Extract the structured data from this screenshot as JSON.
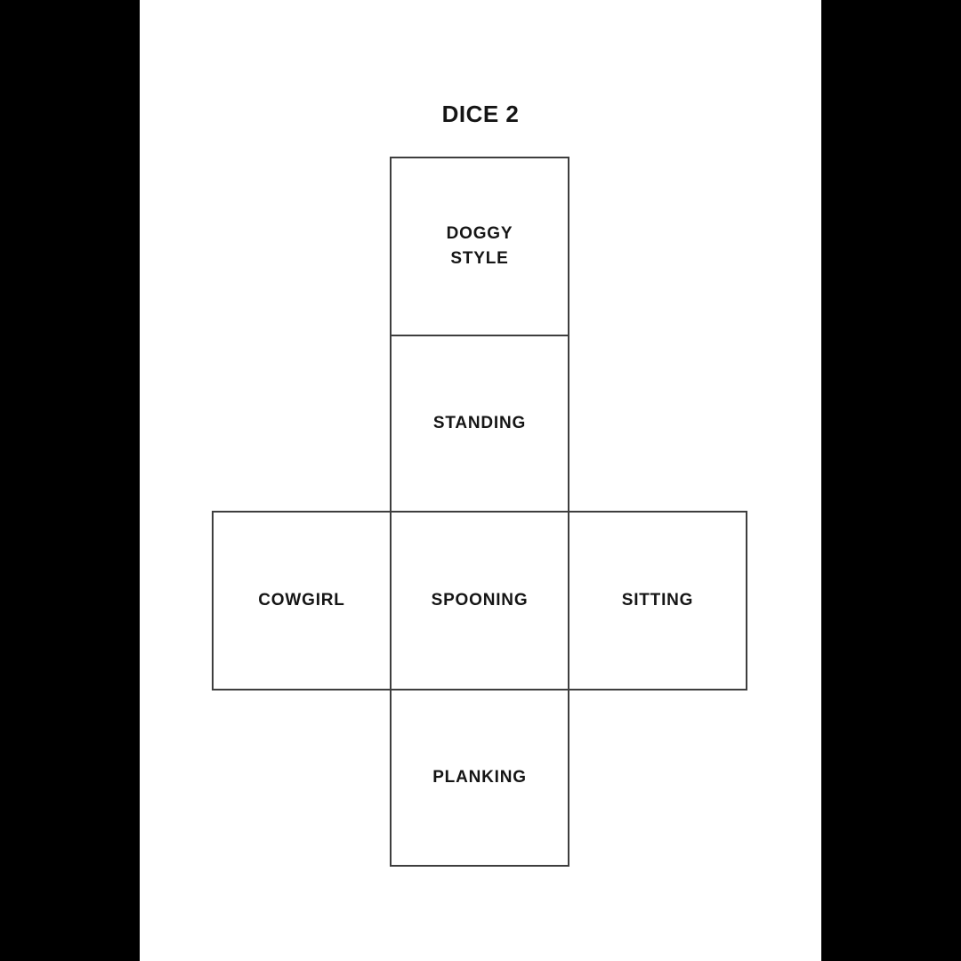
{
  "page": {
    "title": "DICE 2",
    "background_color": "#000000",
    "canvas_color": "#ffffff",
    "line_color": "#3e3e3e",
    "text_color": "#151515"
  },
  "dice_faces": [
    {
      "label": "DOGGY\nSTYLE",
      "position": "top"
    },
    {
      "label": "STANDING",
      "position": "upper-middle"
    },
    {
      "label": "COWGIRL",
      "position": "left"
    },
    {
      "label": "SPOONING",
      "position": "center"
    },
    {
      "label": "SITTING",
      "position": "right"
    },
    {
      "label": "PLANKING",
      "position": "bottom"
    }
  ]
}
